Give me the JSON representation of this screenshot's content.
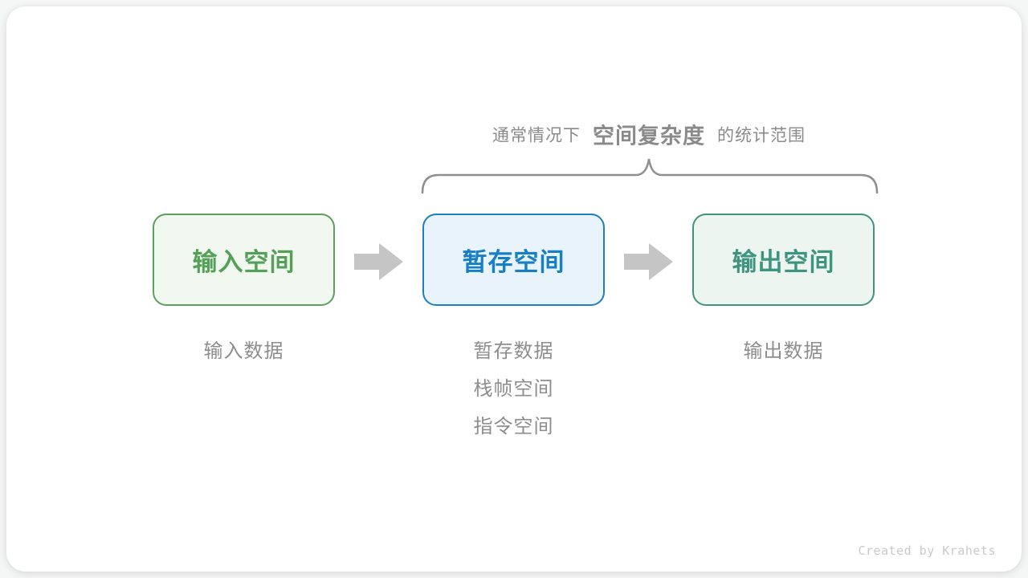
{
  "header": {
    "prefix": "通常情况下",
    "highlight": "空间复杂度",
    "suffix": "的统计范围",
    "color": "#8a8a8a"
  },
  "brace": {
    "color": "#8f8f8f"
  },
  "nodes": [
    {
      "label": "输入空间",
      "text_color": "#55a058",
      "border_color": "#5ca05f",
      "bg_color": "#f1f8ef"
    },
    {
      "label": "暂存空间",
      "text_color": "#187fc4",
      "border_color": "#1d7fc1",
      "bg_color": "#e9f3fc"
    },
    {
      "label": "输出空间",
      "text_color": "#3e947f",
      "border_color": "#41937f",
      "bg_color": "#edf5f1"
    }
  ],
  "arrows": {
    "color": "#c5c5c5"
  },
  "annotations": {
    "color": "#8d8d8d",
    "input": [
      "输入数据"
    ],
    "buffer": [
      "暂存数据",
      "栈帧空间",
      "指令空间"
    ],
    "output": [
      "输出数据"
    ]
  },
  "credit": {
    "text": "Created by Krahets",
    "color": "#c9c9c9"
  }
}
